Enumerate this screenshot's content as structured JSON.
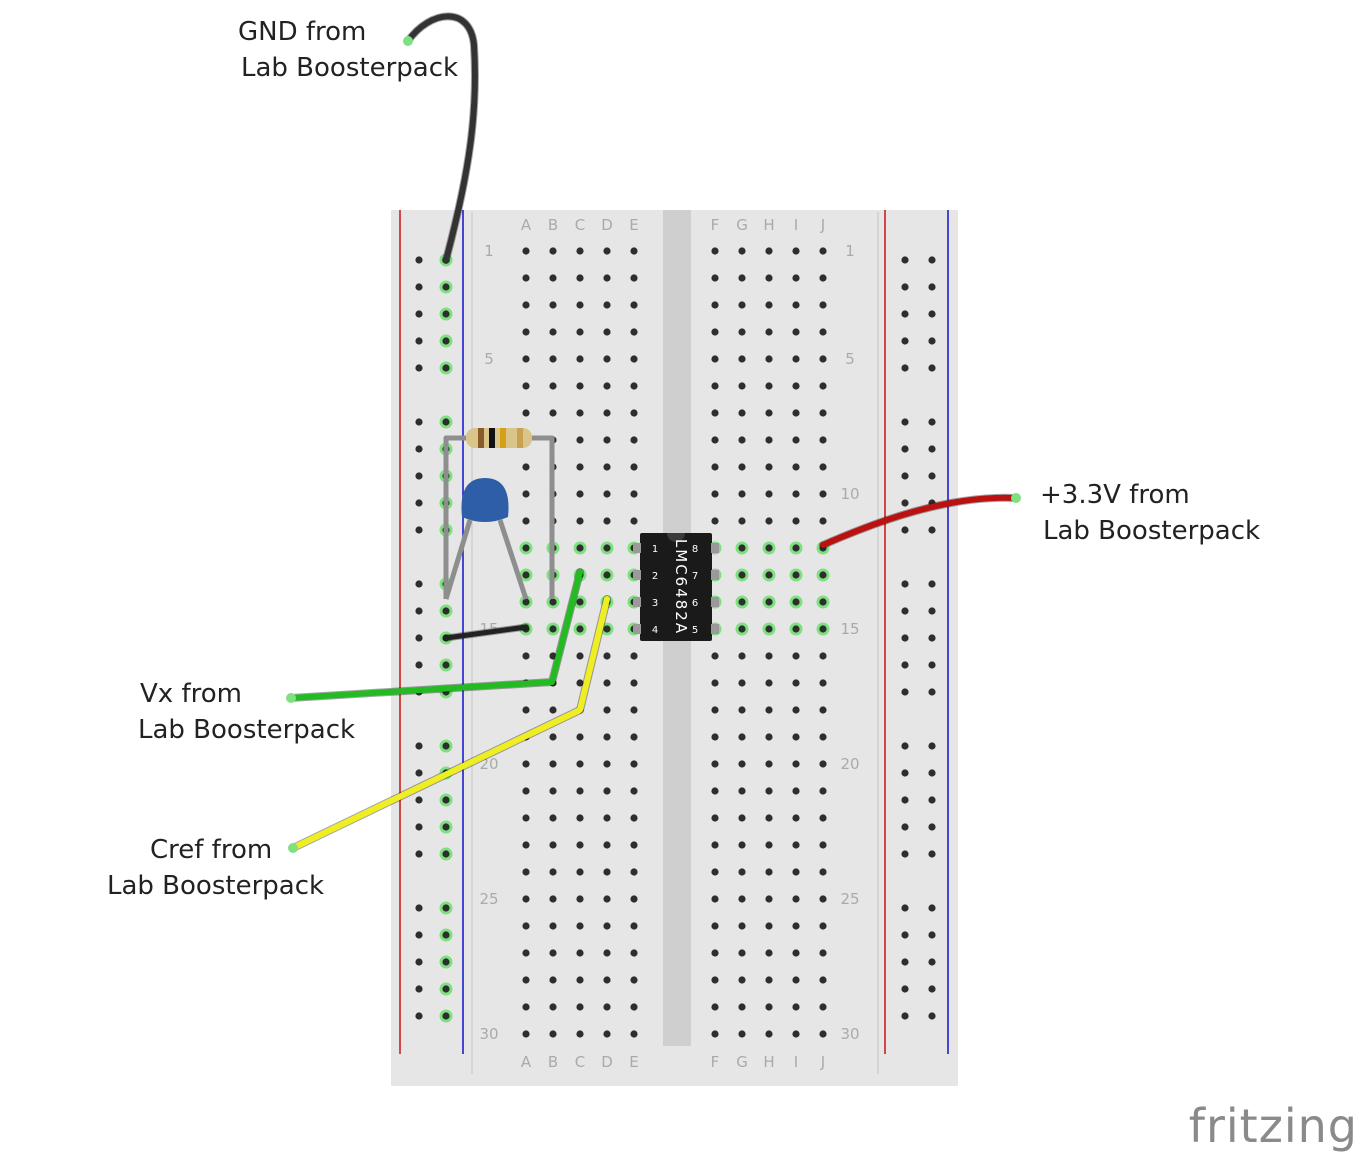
{
  "breadboard": {
    "columns_left": [
      "A",
      "B",
      "C",
      "D",
      "E"
    ],
    "columns_right": [
      "F",
      "G",
      "H",
      "I",
      "J"
    ],
    "row_labels": [
      "1",
      "5",
      "10",
      "15",
      "20",
      "25",
      "30"
    ],
    "rows": 30,
    "colors": {
      "board": "#e6e6e6",
      "channel": "#cfcfcf",
      "hole": "#2e2e2e",
      "hole_connected": "#7fe07f",
      "rail_red": "#cc1111",
      "rail_blue": "#1111cc",
      "label": "#aaaaaa"
    }
  },
  "chip": {
    "label": "LMC6482A",
    "pins_left": [
      "1",
      "2",
      "3",
      "4"
    ],
    "pins_right": [
      "8",
      "7",
      "6",
      "5"
    ],
    "color": "#1a1a1a"
  },
  "wires": {
    "gnd": {
      "color": "#333333"
    },
    "vcc": {
      "color": "#bb1111"
    },
    "vx": {
      "color": "#22bb22"
    },
    "cref": {
      "color": "#eeee22"
    },
    "jumper": {
      "color": "#222222"
    }
  },
  "labels": {
    "gnd": {
      "line1": "GND from",
      "line2": "Lab Boosterpack"
    },
    "vcc": {
      "line1": "+3.3V from",
      "line2": "Lab Boosterpack"
    },
    "vx": {
      "line1": "Vx from",
      "line2": "Lab Boosterpack"
    },
    "cref": {
      "line1": "Cref from",
      "line2": "Lab Boosterpack"
    }
  },
  "logo": {
    "text": "fritzing",
    "color": "#8a8a8a"
  }
}
